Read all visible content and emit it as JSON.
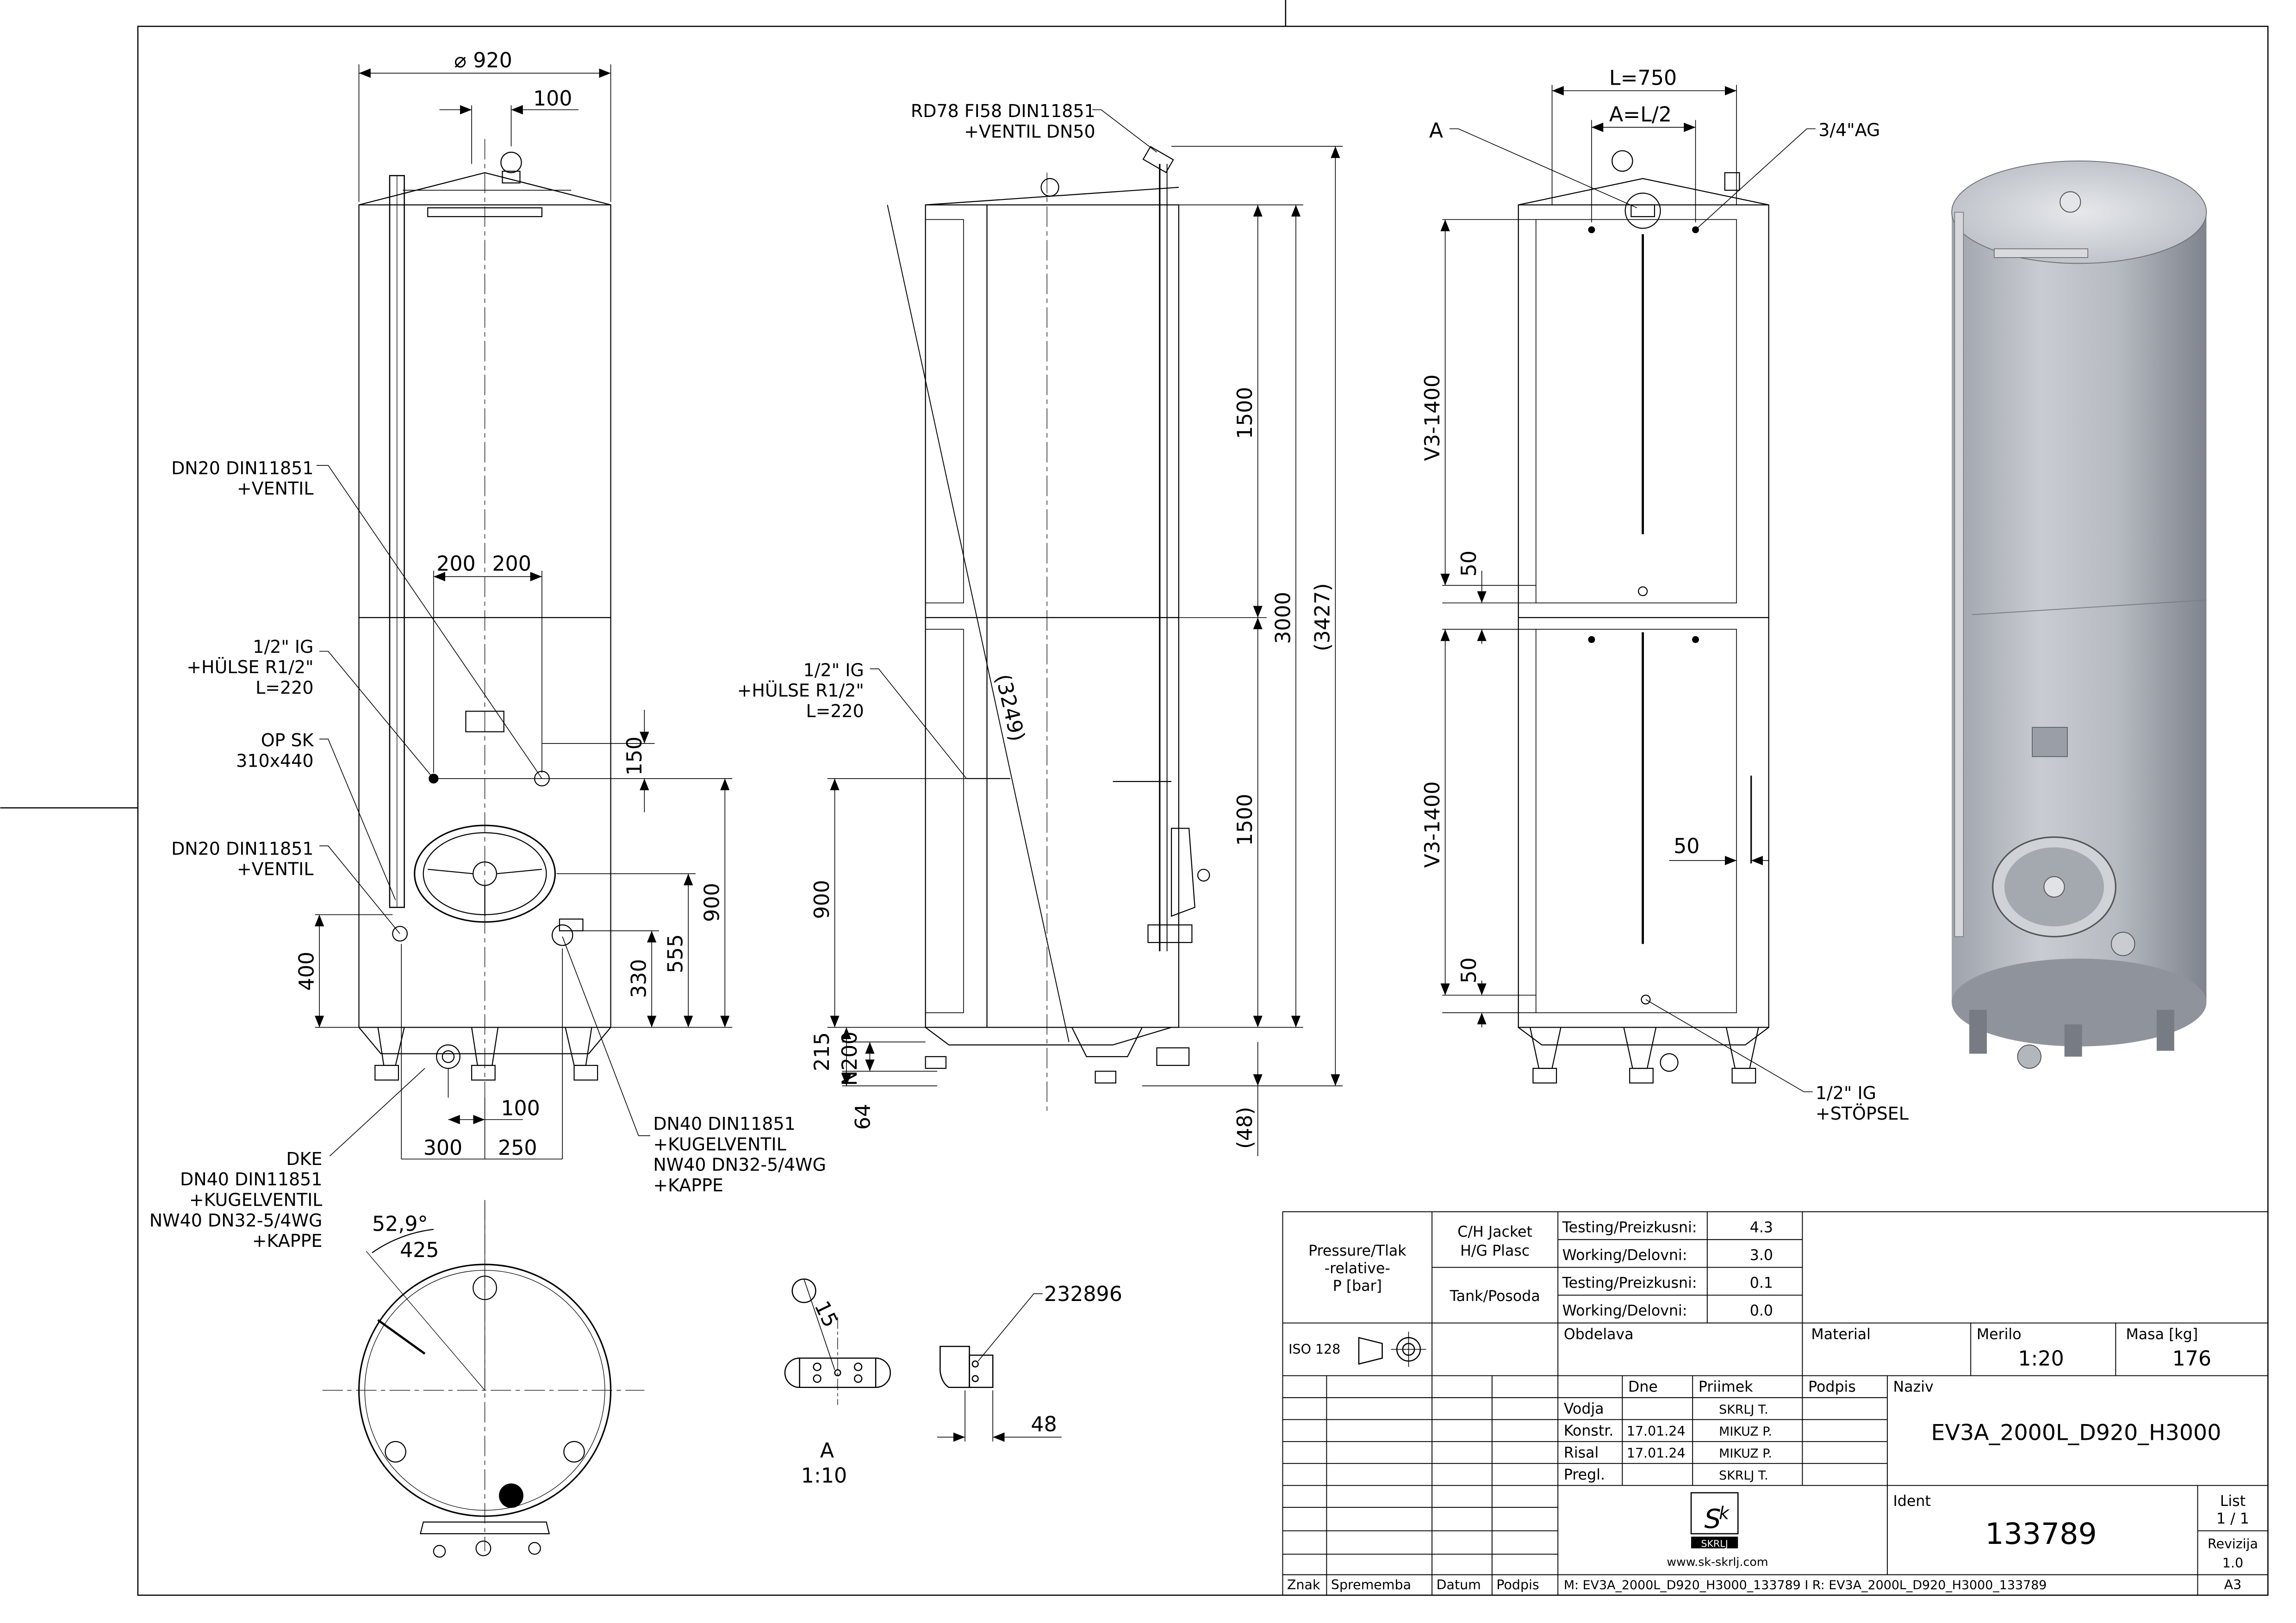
{
  "annotations": {
    "diameter": "920",
    "d100_top": "100",
    "dn20_top": [
      "DN20 DIN11851",
      "+VENTIL"
    ],
    "dim200a": "200",
    "dim200b": "200",
    "half_ig_left": [
      "1/2\" IG",
      "+HÜLSE R1/2\"",
      "L=220"
    ],
    "op_sk": [
      "OP SK",
      "310x440"
    ],
    "dn20_bottom": [
      "DN20 DIN11851",
      "+VENTIL"
    ],
    "d150": "150",
    "d900": "900",
    "d555": "555",
    "d330": "330",
    "d400": "400",
    "d100_bottom": "100",
    "d300": "300",
    "d250": "250",
    "dke": [
      "DKE",
      "DN40 DIN11851",
      "+KUGELVENTIL",
      "NW40 DN32-5/4WG",
      "+KAPPE"
    ],
    "dn40_right": [
      "DN40 DIN11851",
      "+KUGELVENTIL",
      "NW40 DN32-5/4WG",
      "+KAPPE"
    ],
    "angle": "52,9°",
    "r425": "425",
    "rd78": [
      "RD78 FI58 DIN11851",
      "+VENTIL DN50"
    ],
    "d1500a": "1500",
    "d1500b": "1500",
    "d3000": "3000",
    "d3427": "(3427)",
    "d3249": "(3249)",
    "half_ig_side": [
      "1/2\" IG",
      "+HÜLSE R1/2\"",
      "L=220"
    ],
    "d900_side": "900",
    "d215": "215",
    "n200": "N200",
    "d64": "64",
    "d48_paren": "(48)",
    "l750": "L=750",
    "al2": "A=L/2",
    "label_a": "A",
    "ag34": "3/4\"AG",
    "v3a": "V3-1400",
    "v3b": "V3-1400",
    "d50a": "50",
    "d50b": "50",
    "d50c": "50",
    "half_ig_plug": [
      "1/2\" IG",
      "+STÖPSEL"
    ],
    "d15": "15",
    "detail_a": "A",
    "scale_a": "1:10",
    "part_232896": "232896",
    "d48": "48"
  },
  "title_block": {
    "pressure_label": [
      "Pressure/Tlak",
      "-relative-",
      "P [bar]"
    ],
    "jacket": [
      "C/H Jacket",
      "H/G Plasc"
    ],
    "tank": "Tank/Posoda",
    "testing": "Testing/Preizkusni:",
    "working": "Working/Delovni:",
    "jacket_testing": "4.3",
    "jacket_working": "3.0",
    "tank_testing": "0.1",
    "tank_working": "0.0",
    "iso": "ISO 128",
    "obdelava": "Obdelava",
    "material": "Material",
    "merilo": "Merilo",
    "merilo_val": "1:20",
    "masa": "Masa [kg]",
    "masa_val": "176",
    "dne": "Dne",
    "priimek": "Priimek",
    "podpis": "Podpis",
    "naziv": "Naziv",
    "naziv_val": "EV3A_2000L_D920_H3000",
    "rows": [
      {
        "role": "Vodja",
        "date": "",
        "name": "SKRLJ T."
      },
      {
        "role": "Konstr.",
        "date": "17.01.24",
        "name": "MIKUZ P."
      },
      {
        "role": "Risal",
        "date": "17.01.24",
        "name": "MIKUZ P."
      },
      {
        "role": "Pregl.",
        "date": "",
        "name": "SKRLJ T."
      }
    ],
    "logo_text": "SKRLJ",
    "website": "www.sk-skrlj.com",
    "ident": "Ident",
    "ident_val": "133789",
    "list": "List",
    "list_val": "1 / 1",
    "revizija": "Revizija",
    "revizija_val": "1.0",
    "znak": "Znak",
    "spremenba": "Sprememba",
    "datum": "Datum",
    "podpis2": "Podpis",
    "model_path": "M: EV3A_2000L_D920_H3000_133789 I R: EV3A_2000L_D920_H3000_133789",
    "format": "A3"
  }
}
